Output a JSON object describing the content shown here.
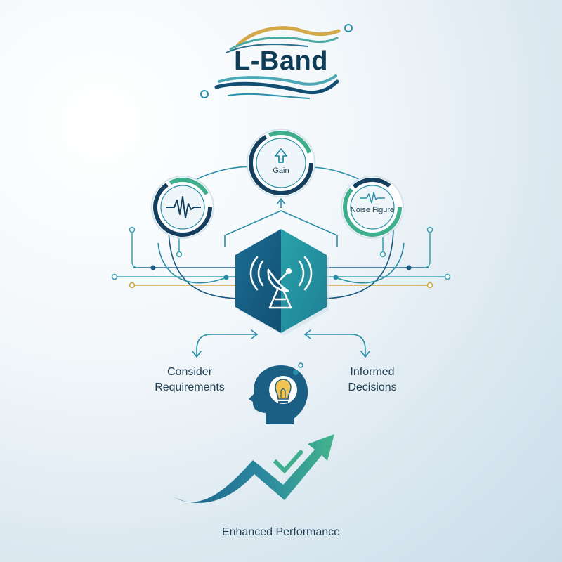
{
  "title": "L-Band",
  "nodes": {
    "gain": "Gain",
    "noise_figure": "Noise Figure"
  },
  "labels": {
    "consider": "Consider Requirements",
    "informed": "Informed Decisions",
    "enhanced": "Enhanced Performance"
  },
  "colors": {
    "navy": "#15557a",
    "teal": "#2a8fa8",
    "green": "#3fae8c",
    "gold": "#d3a84a"
  },
  "icons": [
    "signal-wave-icon",
    "arrow-up-icon",
    "noise-wave-icon",
    "satellite-dish-icon",
    "head-lightbulb-icon",
    "checkmark-icon",
    "growth-arrow-icon"
  ]
}
